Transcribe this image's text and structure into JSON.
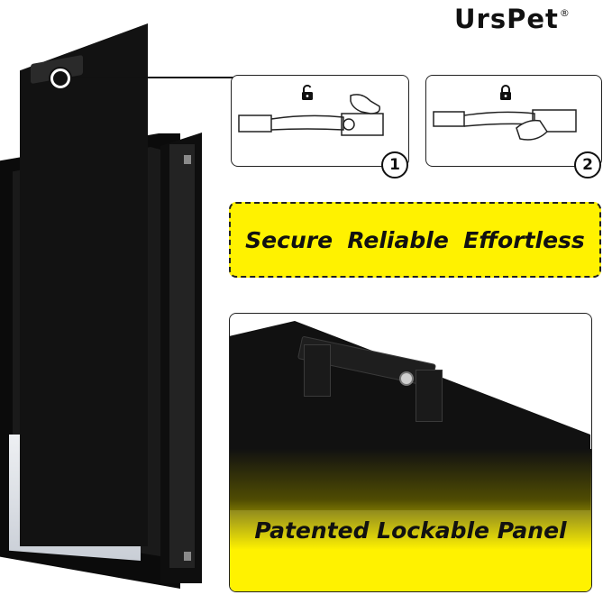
{
  "brand": {
    "name": "UrsPet",
    "mark": "®"
  },
  "steps": [
    {
      "number": "1",
      "lock_state": "unlocked",
      "icon": "unlocked-padlock-icon"
    },
    {
      "number": "2",
      "lock_state": "locked",
      "icon": "locked-padlock-icon"
    }
  ],
  "banner": {
    "words": [
      "Secure",
      "Reliable",
      "Effortless"
    ]
  },
  "detail": {
    "caption": "Patented Lockable Panel"
  },
  "colors": {
    "accent_yellow": "#fff200",
    "door_black": "#121212",
    "line": "#222222"
  }
}
